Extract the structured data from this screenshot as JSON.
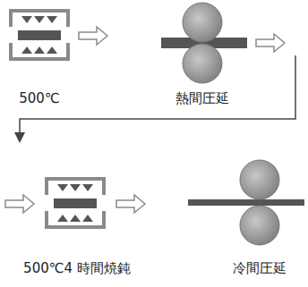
{
  "diagram": {
    "labels": [
      "500℃",
      "熱間圧延",
      "500℃4 時間焼鈍",
      "冷間圧延"
    ]
  }
}
